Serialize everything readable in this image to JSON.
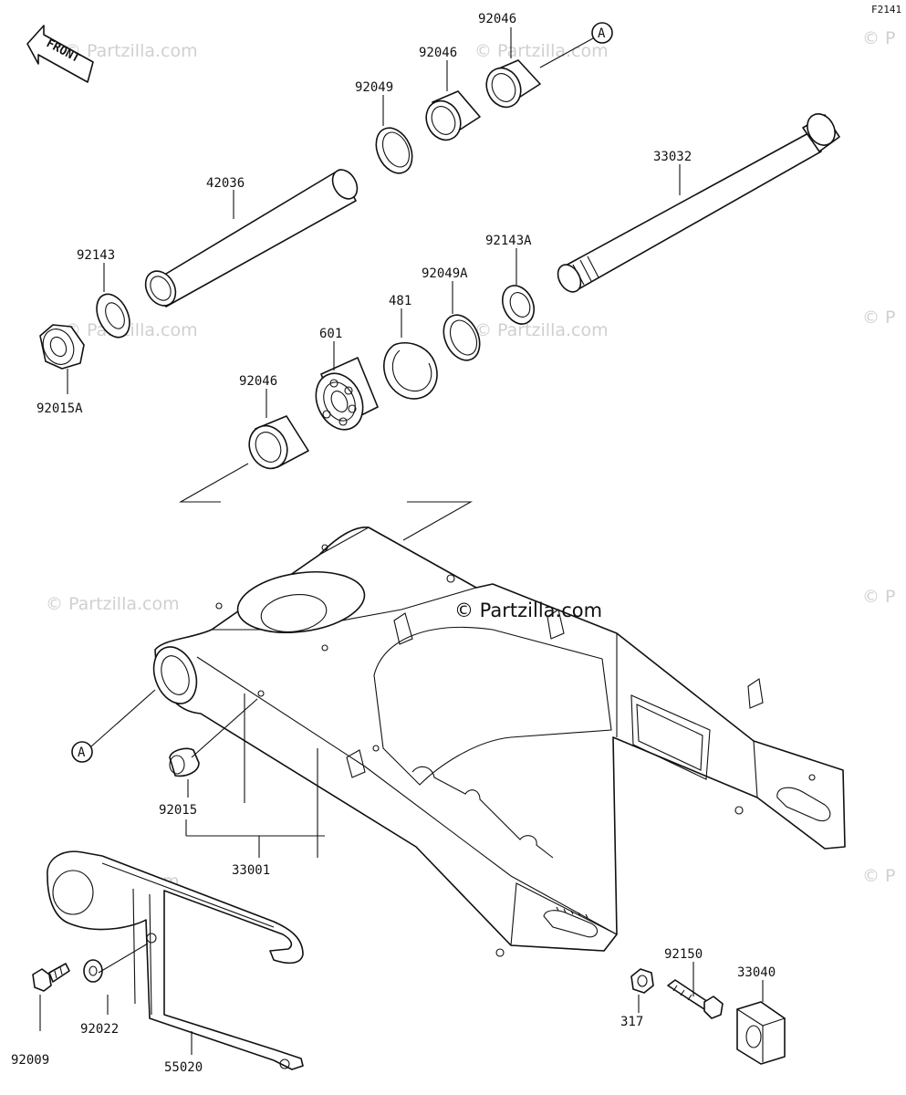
{
  "figure_code": "F2141",
  "front_label": "FRONT",
  "ref_marker": "A",
  "watermark": "© Partzilla.com",
  "watermark_edge": "© P",
  "parts": {
    "p92046_top": "92046",
    "p92046_mid": "92046",
    "p92049": "92049",
    "p42036": "42036",
    "p33032": "33032",
    "p92143": "92143",
    "p92143A": "92143A",
    "p92049A": "92049A",
    "p481": "481",
    "p601": "601",
    "p92015A": "92015A",
    "p92046_low": "92046",
    "p92015": "92015",
    "p33001": "33001",
    "p92150": "92150",
    "p33040": "33040",
    "p92022": "92022",
    "p317": "317",
    "p92009": "92009",
    "p55020": "55020"
  }
}
